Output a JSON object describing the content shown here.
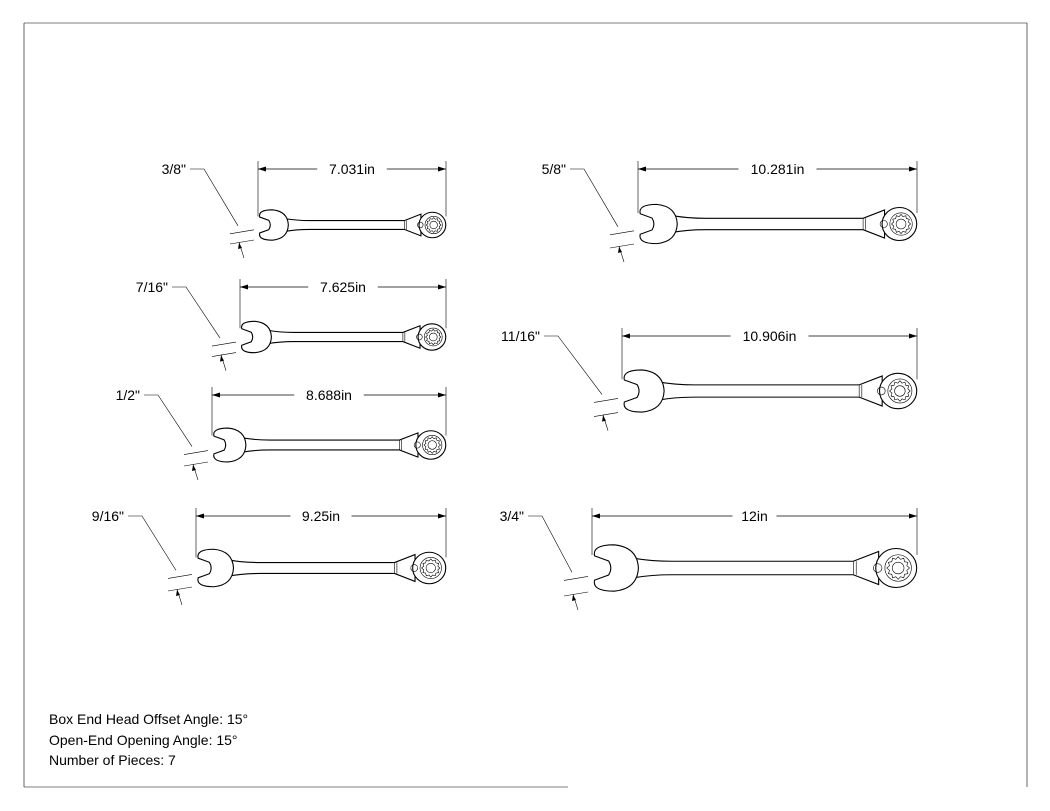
{
  "wrenches": [
    {
      "size": "3/8\"",
      "length": "7.031in"
    },
    {
      "size": "7/16\"",
      "length": "7.625in"
    },
    {
      "size": "1/2\"",
      "length": "8.688in"
    },
    {
      "size": "9/16\"",
      "length": "9.25in"
    },
    {
      "size": "5/8\"",
      "length": "10.281in"
    },
    {
      "size": "11/16\"",
      "length": "10.906in"
    },
    {
      "size": "3/4\"",
      "length": "12in"
    }
  ],
  "notes": {
    "offset_angle": "Box End Head Offset Angle: 15°",
    "opening_angle": "Open-End Opening Angle: 15°",
    "pieces": "Number of Pieces: 7"
  }
}
